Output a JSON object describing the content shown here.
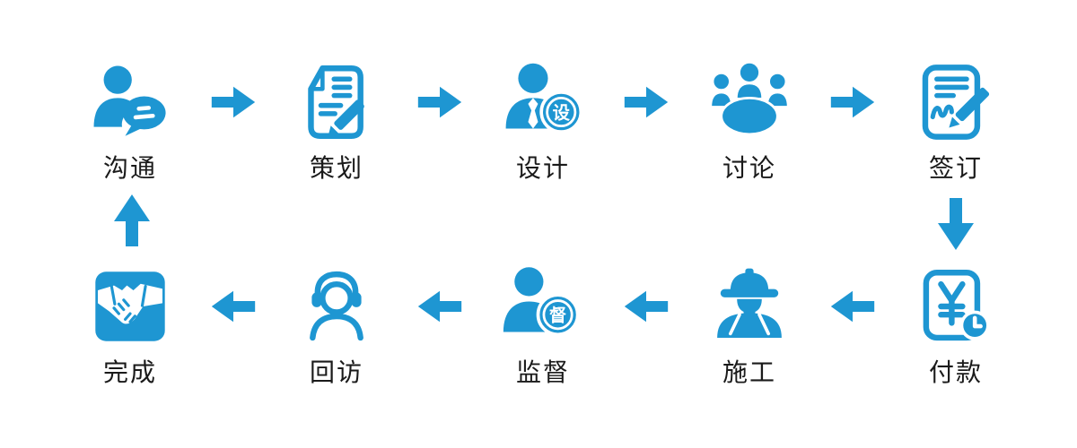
{
  "theme": {
    "accent": "#1E96D2",
    "label_color": "#1a1a1a",
    "background": "#ffffff"
  },
  "flow": {
    "top_row": {
      "direction": "left-to-right",
      "connector_icon": "right-arrow-icon",
      "steps": [
        {
          "label": "沟通",
          "icon": "communication-icon"
        },
        {
          "label": "策划",
          "icon": "planning-icon"
        },
        {
          "label": "设计",
          "icon": "designer-icon",
          "badge": "设"
        },
        {
          "label": "讨论",
          "icon": "discussion-icon"
        },
        {
          "label": "签订",
          "icon": "contract-signing-icon"
        }
      ]
    },
    "right_connector_icon": "down-arrow-icon",
    "bottom_row": {
      "direction": "right-to-left",
      "connector_icon": "left-arrow-icon",
      "steps": [
        {
          "label": "完成",
          "icon": "handshake-icon"
        },
        {
          "label": "回访",
          "icon": "headset-icon"
        },
        {
          "label": "监督",
          "icon": "supervisor-icon",
          "badge": "督"
        },
        {
          "label": "施工",
          "icon": "construction-worker-icon"
        },
        {
          "label": "付款",
          "icon": "payment-icon"
        }
      ]
    },
    "left_connector_icon": "up-arrow-icon"
  }
}
